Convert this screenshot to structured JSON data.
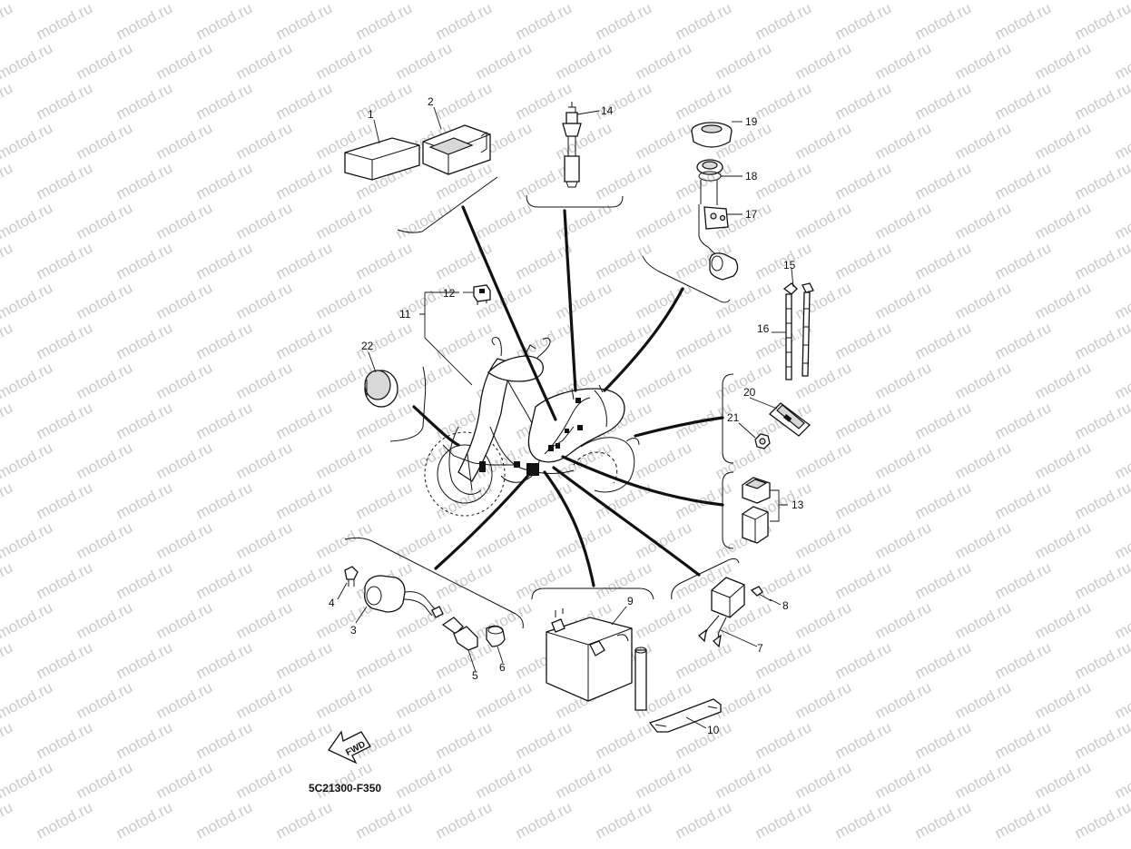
{
  "watermark": "motod.ru",
  "diagram_code": "5C21300-F350",
  "fwd_label": "FWD",
  "callouts": {
    "c1": "1",
    "c2": "2",
    "c3": "3",
    "c4": "4",
    "c5": "5",
    "c6": "6",
    "c7": "7",
    "c8": "8",
    "c9": "9",
    "c10": "10",
    "c11": "11",
    "c12": "12",
    "c13": "13",
    "c14": "14",
    "c15": "15",
    "c16": "16",
    "c17": "17",
    "c18": "18",
    "c19": "19",
    "c20": "20",
    "c21": "21",
    "c22": "22"
  }
}
